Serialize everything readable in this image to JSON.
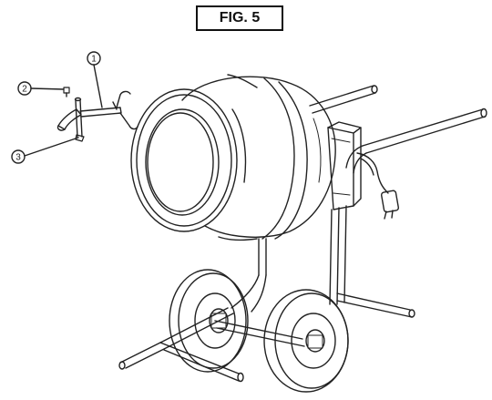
{
  "figure": {
    "label": "FIG. 5"
  },
  "callouts": [
    {
      "number": "1"
    },
    {
      "number": "2"
    },
    {
      "number": "3"
    }
  ]
}
